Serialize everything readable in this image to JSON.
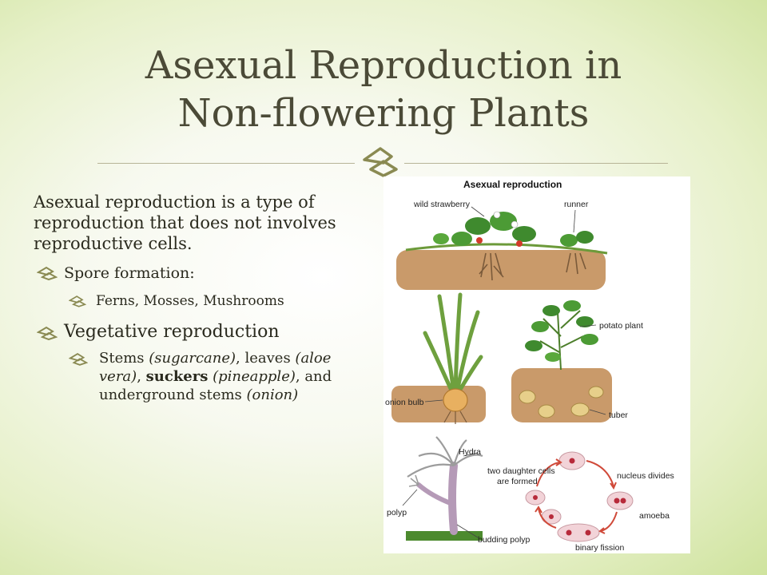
{
  "slide": {
    "title_line1": "Asexual Reproduction in",
    "title_line2": "Non-flowering Plants",
    "intro": "Asexual reproduction is a type of reproduction that does not involves reproductive cells.",
    "bullets": {
      "spore": "Spore formation:",
      "spore_examples": "Ferns, Mosses, Mushrooms",
      "vegetative": "Vegetative reproduction",
      "veg_detail": {
        "p1": "Stems ",
        "p2": "(sugarcane)",
        "p3": ", leaves ",
        "p4": "(aloe vera)",
        "p5": ", ",
        "p6": "suckers",
        "p7": " ",
        "p8": "(pineapple)",
        "p9": ", and underground stems ",
        "p10": "(onion)"
      }
    },
    "colors": {
      "title": "#4b4a37",
      "accent": "#8a8a52",
      "background_edge": "#cfe39e"
    }
  },
  "figure": {
    "title": "Asexual reproduction",
    "labels": {
      "wild_strawberry": "wild strawberry",
      "runner": "runner",
      "potato_plant": "potato plant",
      "onion_bulb": "onion bulb",
      "tuber": "tuber",
      "hydra": "Hydra",
      "daughter_line1": "two daughter cells",
      "daughter_line2": "are formed",
      "nucleus_divides": "nucleus divides",
      "polyp": "polyp",
      "amoeba": "amoeba",
      "budding_polyp": "budding polyp",
      "binary_fission": "binary fission"
    }
  }
}
